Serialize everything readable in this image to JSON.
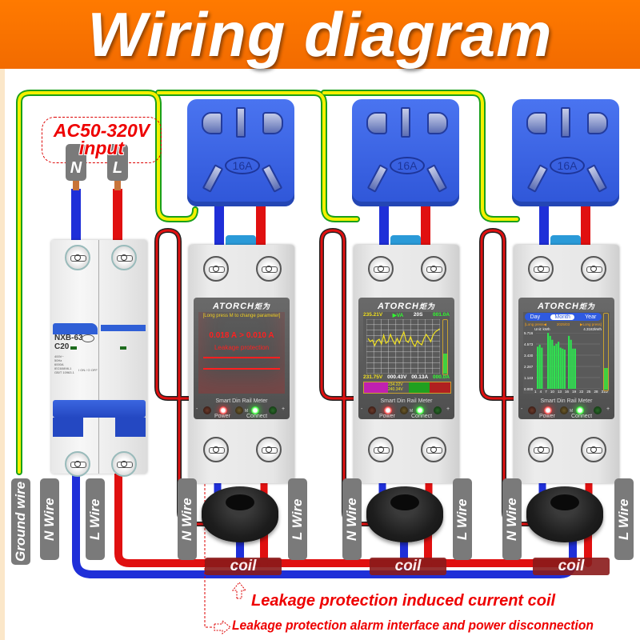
{
  "title": "Wiring diagram",
  "input": {
    "label_line1": "AC50-320V",
    "label_line2": "input",
    "n_label": "N",
    "l_label": "L"
  },
  "breaker": {
    "model": "NXB-63",
    "rating": "C20",
    "specs": [
      "400V~",
      "50Hz",
      "6000A",
      "IEC60898-1",
      "GB/T 10963.1"
    ],
    "switch_state": "I ON / O OFF"
  },
  "wire_labels": {
    "ground": "Ground wire",
    "n": "N Wire",
    "l": "L Wire"
  },
  "sockets": [
    {
      "rating": "16A"
    },
    {
      "rating": "16A"
    },
    {
      "rating": "16A"
    }
  ],
  "meters": [
    {
      "brand": "ATORCH",
      "brand_cn": "炬为",
      "screen": "leakage",
      "hint": "[Long press M to change parameter]",
      "leak_current": "0.018 A",
      "compare": ">",
      "leak_threshold": "0.010 A",
      "status": "Leakage protection",
      "footer": "Smart Din Rail Meter",
      "power_label": "Power",
      "connect_label": "Connect",
      "m_label": "M",
      "minus_label": "-",
      "plus_label": "+"
    },
    {
      "brand": "ATORCH",
      "brand_cn": "炬为",
      "screen": "waveform",
      "top_voltage": "235.21V",
      "mode": "▶VA",
      "period": "20S",
      "top_current": "001.0A",
      "bottom_voltage": "231.75V",
      "bottom_v2": "000.43V",
      "bottom_current": "00.13A",
      "bottom_c2": "000.0A",
      "row3_a": "234.22V",
      "row3_b": "240.34V",
      "footer": "Smart Din Rail Meter",
      "power_label": "Power",
      "connect_label": "Connect",
      "m_label": "M",
      "minus_label": "-",
      "plus_label": "+"
    },
    {
      "brand": "ATORCH",
      "brand_cn": "炬为",
      "screen": "energy",
      "tabs": [
        "Day",
        "Month",
        "Year"
      ],
      "active_tab": "Month",
      "prev_label": "[Long press◀",
      "date": "2025/03",
      "next_label": "▶Long press]",
      "unit": "Unit: kWh",
      "total": "4.3182kWh",
      "y_ticks": [
        "5.716",
        "4.573",
        "3.430",
        "2.287",
        "1.143",
        "0.000"
      ],
      "x_ticks": [
        "1",
        "4",
        "7",
        "10",
        "13",
        "16",
        "19",
        "22",
        "25",
        "28",
        "31D"
      ],
      "footer": "Smart Din Rail Meter",
      "power_label": "Power",
      "connect_label": "Connect",
      "m_label": "M",
      "minus_label": "-",
      "plus_label": "+"
    }
  ],
  "coil_label": "coil",
  "notes": {
    "coil_note": "Leakage protection induced current coil",
    "alarm_note": "Leakage protection alarm interface and power disconnection"
  },
  "colors": {
    "header": "#f26b00",
    "neutral": "#1f2fd8",
    "live": "#e01010",
    "ground_yellow": "#f5f000",
    "ground_green": "#1aa01a",
    "note_red": "#e00000"
  }
}
